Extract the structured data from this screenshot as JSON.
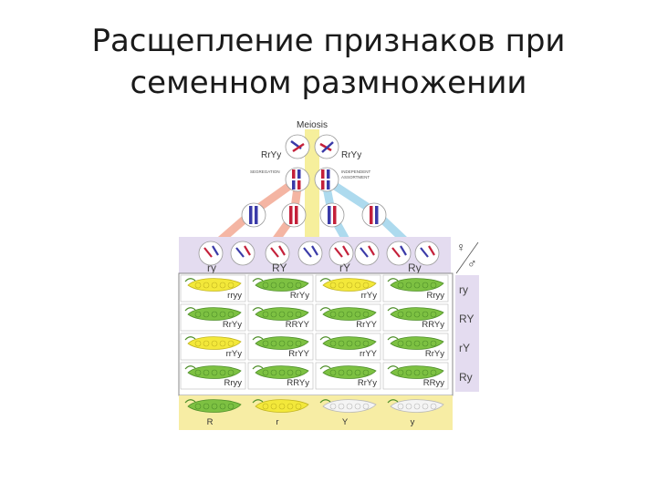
{
  "slide": {
    "title_line1": "Расщепление признаков при",
    "title_line2": "семенном размножении"
  },
  "figure": {
    "meiosis_label": "Meiosis",
    "parent_left": "RrYy",
    "parent_right": "RrYy",
    "segregation_label": "SEGREGATION",
    "independent_label_1": "INDEPENDENT",
    "independent_label_2": "ASSORTMENT",
    "female_symbol": "♀",
    "male_symbol": "♂",
    "female_gametes": [
      "ry",
      "RY",
      "rY",
      "Ry"
    ],
    "male_gametes": [
      "ry",
      "RY",
      "rY",
      "Ry"
    ],
    "grid": [
      [
        {
          "g": "rryy",
          "c": "yellow"
        },
        {
          "g": "RrYy",
          "c": "green"
        },
        {
          "g": "rrYy",
          "c": "yellow"
        },
        {
          "g": "Rryy",
          "c": "green"
        }
      ],
      [
        {
          "g": "RrYy",
          "c": "green"
        },
        {
          "g": "RRYY",
          "c": "green"
        },
        {
          "g": "RrYY",
          "c": "green"
        },
        {
          "g": "RRYy",
          "c": "green"
        }
      ],
      [
        {
          "g": "rrYy",
          "c": "yellow"
        },
        {
          "g": "RrYY",
          "c": "green"
        },
        {
          "g": "rrYY",
          "c": "green"
        },
        {
          "g": "RrYy",
          "c": "green"
        }
      ],
      [
        {
          "g": "Rryy",
          "c": "green"
        },
        {
          "g": "RRYy",
          "c": "green"
        },
        {
          "g": "RrYy",
          "c": "green"
        },
        {
          "g": "RRyy",
          "c": "green"
        }
      ]
    ],
    "bottom_row": [
      {
        "label": "R",
        "c": "green"
      },
      {
        "label": "r",
        "c": "yellow"
      },
      {
        "label": "Y",
        "c": "white"
      },
      {
        "label": "y",
        "c": "white"
      }
    ],
    "colors": {
      "green": "#7dc142",
      "green_dark": "#4f8f2a",
      "yellow": "#f3e83a",
      "yellow_dark": "#c2b521",
      "white": "#f4f4f4",
      "white_dark": "#b8b8b8",
      "lavender": "#e4dcf0",
      "band_yellow": "#f7eda4",
      "center_column": "#f6ef9c",
      "chrom_red": "#c4203a",
      "chrom_blue": "#3a3aa8",
      "branch_salmon": "#f3a994",
      "branch_blue": "#9fd4ec"
    }
  }
}
